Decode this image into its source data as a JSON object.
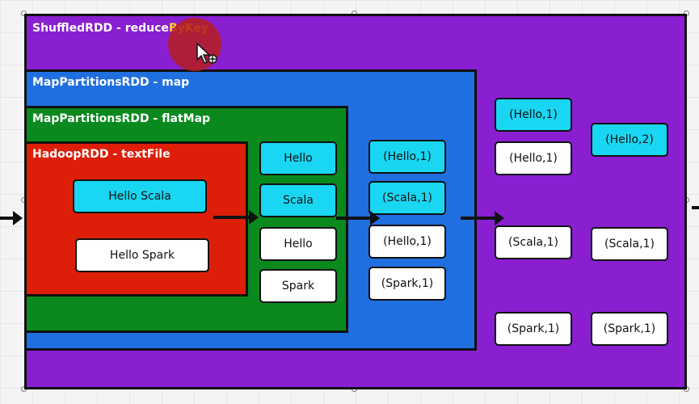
{
  "colors": {
    "shuffled": "#8a1fd1",
    "mappartitions_map": "#1f6fe0",
    "mappartitions_flatmap": "#0a8a1e",
    "hadoop": "#dd1f0a",
    "cyan_pill": "#19d6f2",
    "white_pill": "#ffffff",
    "highlight_text": "#ffd11a"
  },
  "rdds": {
    "shuffled": {
      "title": "ShuffledRDD - reduce",
      "title_highlight": "ByKey"
    },
    "map": {
      "title": "MapPartitionsRDD - map"
    },
    "flatmap": {
      "title": "MapPartitionsRDD - flatMap"
    },
    "textfile": {
      "title": "HadoopRDD - textFile"
    }
  },
  "textfile_lines": [
    "Hello Scala",
    "Hello Spark"
  ],
  "flatmap_words": [
    "Hello",
    "Scala",
    "Hello",
    "Spark"
  ],
  "map_pairs": [
    "(Hello,1)",
    "(Scala,1)",
    "(Hello,1)",
    "(Spark,1)"
  ],
  "shuffle_groups": [
    "(Hello,1)",
    "(Hello,1)",
    "(Scala,1)",
    "(Spark,1)"
  ],
  "reduced": [
    "(Hello,2)",
    "(Scala,1)",
    "(Spark,1)"
  ],
  "icons": {
    "cursor": "move-cursor-icon"
  }
}
